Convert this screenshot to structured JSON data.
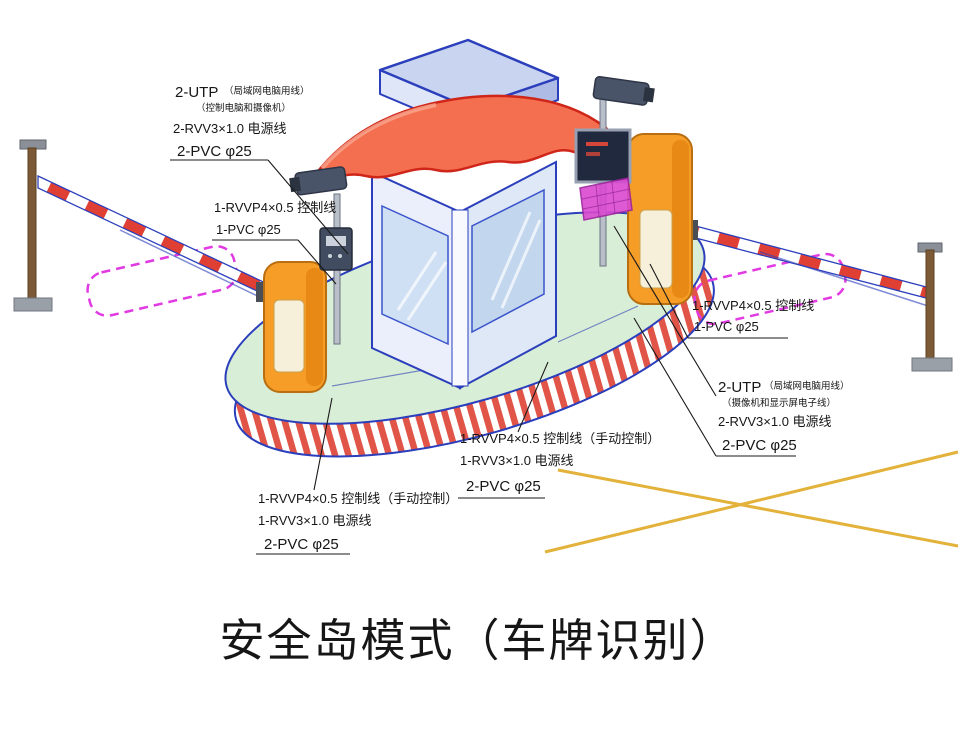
{
  "title": "安全岛模式（车牌识别）",
  "labels": {
    "cam_left": {
      "utp": "2-UTP",
      "utp_note1": "（局域网电脑用线）",
      "utp_note2": "（控制电脑和摄像机）",
      "power": "2-RVV3×1.0 电源线",
      "pvc": "2-PVC φ25"
    },
    "arm_left": {
      "ctrl": "1-RVVP4×0.5 控制线",
      "pvc": "1-PVC φ25"
    },
    "gate_left": {
      "ctrl": "1-RVVP4×0.5 控制线（手动控制）",
      "power": "1-RVV3×1.0 电源线",
      "pvc": "2-PVC φ25"
    },
    "booth_cables": {
      "ctrl": "1-RVVP4×0.5 控制线（手动控制）",
      "power": "1-RVV3×1.0 电源线",
      "pvc": "2-PVC φ25"
    },
    "arm_right": {
      "ctrl": "1-RVVP4×0.5 控制线",
      "pvc": "1-PVC φ25"
    },
    "cam_right": {
      "utp": "2-UTP",
      "utp_note1": "（局域网电脑用线）",
      "utp_note2": "（摄像机和显示屏电子线）",
      "power": "2-RVV3×1.0 电源线",
      "pvc": "2-PVC φ25"
    }
  },
  "colors": {
    "outline_blue": "#2b3fbc",
    "stripe_red": "#e04034",
    "island_green": "#d9eed6",
    "cabinet_orange": "#f59d27",
    "canopy_coral": "#f46f50",
    "loop_magenta": "#e23ae2",
    "lane_yellow": "#e3b23a"
  }
}
